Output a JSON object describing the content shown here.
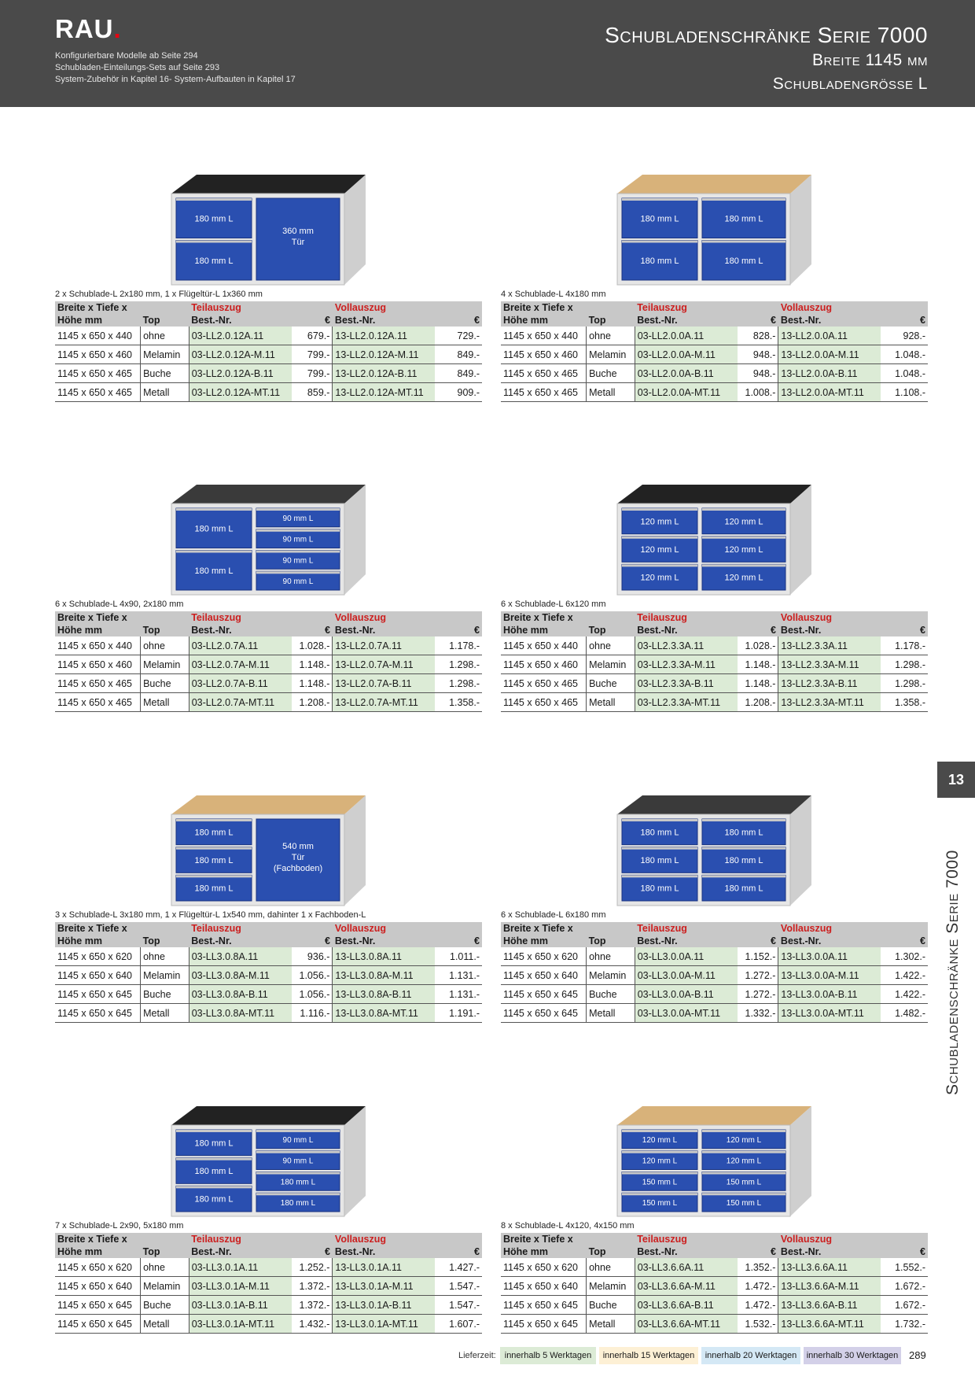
{
  "header": {
    "logo": "RAU",
    "logo_dot": ".",
    "info_lines": [
      "Konfigurierbare Modelle ab Seite 294",
      "Schubladen-Einteilungs-Sets auf Seite 293",
      "System-Zubehör in Kapitel 16- System-Aufbauten in Kapitel 17"
    ],
    "title": "Schubladenschränke Serie 7000",
    "subtitle1": "Breite 1145 mm",
    "subtitle2": "Schubladengrösse L"
  },
  "table_headers": {
    "col1_line1": "Breite x Tiefe x",
    "col1_line2": "Höhe mm",
    "top": "Top",
    "teil": "Teilauszug",
    "voll": "Vollauszug",
    "best": "Best.-Nr.",
    "eur": "€"
  },
  "products": [
    {
      "caption": "2 x Schublade-L 2x180 mm, 1 x Flügeltür-L 1x360 mm",
      "worktop": "black",
      "left_fronts": [
        "180 mm L",
        "180 mm L"
      ],
      "right_fronts": [],
      "door": [
        "360 mm",
        "Tür"
      ],
      "rows": [
        {
          "dim": "1145 x 650 x 440",
          "top": "ohne",
          "t_nr": "03-LL2.0.12A.11",
          "t_p": "679.-",
          "v_nr": "13-LL2.0.12A.11",
          "v_p": "729.-"
        },
        {
          "dim": "1145 x 650 x 460",
          "top": "Melamin",
          "t_nr": "03-LL2.0.12A-M.11",
          "t_p": "799.-",
          "v_nr": "13-LL2.0.12A-M.11",
          "v_p": "849.-"
        },
        {
          "dim": "1145 x 650 x 465",
          "top": "Buche",
          "t_nr": "03-LL2.0.12A-B.11",
          "t_p": "799.-",
          "v_nr": "13-LL2.0.12A-B.11",
          "v_p": "849.-"
        },
        {
          "dim": "1145 x 650 x 465",
          "top": "Metall",
          "t_nr": "03-LL2.0.12A-MT.11",
          "t_p": "859.-",
          "v_nr": "13-LL2.0.12A-MT.11",
          "v_p": "909.-"
        }
      ]
    },
    {
      "caption": "4 x Schublade-L 4x180 mm",
      "worktop": "wood",
      "left_fronts": [
        "180 mm L",
        "180 mm L"
      ],
      "right_fronts": [
        "180 mm L",
        "180 mm L"
      ],
      "door": [],
      "rows": [
        {
          "dim": "1145 x 650 x 440",
          "top": "ohne",
          "t_nr": "03-LL2.0.0A.11",
          "t_p": "828.-",
          "v_nr": "13-LL2.0.0A.11",
          "v_p": "928.-"
        },
        {
          "dim": "1145 x 650 x 460",
          "top": "Melamin",
          "t_nr": "03-LL2.0.0A-M.11",
          "t_p": "948.-",
          "v_nr": "13-LL2.0.0A-M.11",
          "v_p": "1.048.-"
        },
        {
          "dim": "1145 x 650 x 465",
          "top": "Buche",
          "t_nr": "03-LL2.0.0A-B.11",
          "t_p": "948.-",
          "v_nr": "13-LL2.0.0A-B.11",
          "v_p": "1.048.-"
        },
        {
          "dim": "1145 x 650 x 465",
          "top": "Metall",
          "t_nr": "03-LL2.0.0A-MT.11",
          "t_p": "1.008.-",
          "v_nr": "13-LL2.0.0A-MT.11",
          "v_p": "1.108.-"
        }
      ]
    },
    {
      "caption": "6 x Schublade-L 4x90, 2x180 mm",
      "worktop": "metal",
      "left_fronts": [
        "180 mm L",
        "180 mm L"
      ],
      "right_fronts": [
        "90 mm L",
        "90 mm L",
        "90 mm L",
        "90 mm L"
      ],
      "door": [],
      "rows": [
        {
          "dim": "1145 x 650 x 440",
          "top": "ohne",
          "t_nr": "03-LL2.0.7A.11",
          "t_p": "1.028.-",
          "v_nr": "13-LL2.0.7A.11",
          "v_p": "1.178.-"
        },
        {
          "dim": "1145 x 650 x 460",
          "top": "Melamin",
          "t_nr": "03-LL2.0.7A-M.11",
          "t_p": "1.148.-",
          "v_nr": "13-LL2.0.7A-M.11",
          "v_p": "1.298.-"
        },
        {
          "dim": "1145 x 650 x 465",
          "top": "Buche",
          "t_nr": "03-LL2.0.7A-B.11",
          "t_p": "1.148.-",
          "v_nr": "13-LL2.0.7A-B.11",
          "v_p": "1.298.-"
        },
        {
          "dim": "1145 x 650 x 465",
          "top": "Metall",
          "t_nr": "03-LL2.0.7A-MT.11",
          "t_p": "1.208.-",
          "v_nr": "13-LL2.0.7A-MT.11",
          "v_p": "1.358.-"
        }
      ]
    },
    {
      "caption": "6 x Schublade-L 6x120 mm",
      "worktop": "black",
      "left_fronts": [
        "120 mm L",
        "120 mm L",
        "120 mm L"
      ],
      "right_fronts": [
        "120 mm L",
        "120 mm L",
        "120 mm L"
      ],
      "door": [],
      "rows": [
        {
          "dim": "1145 x 650 x 440",
          "top": "ohne",
          "t_nr": "03-LL2.3.3A.11",
          "t_p": "1.028.-",
          "v_nr": "13-LL2.3.3A.11",
          "v_p": "1.178.-"
        },
        {
          "dim": "1145 x 650 x 460",
          "top": "Melamin",
          "t_nr": "03-LL2.3.3A-M.11",
          "t_p": "1.148.-",
          "v_nr": "13-LL2.3.3A-M.11",
          "v_p": "1.298.-"
        },
        {
          "dim": "1145 x 650 x 465",
          "top": "Buche",
          "t_nr": "03-LL2.3.3A-B.11",
          "t_p": "1.148.-",
          "v_nr": "13-LL2.3.3A-B.11",
          "v_p": "1.298.-"
        },
        {
          "dim": "1145 x 650 x 465",
          "top": "Metall",
          "t_nr": "03-LL2.3.3A-MT.11",
          "t_p": "1.208.-",
          "v_nr": "13-LL2.3.3A-MT.11",
          "v_p": "1.358.-"
        }
      ]
    },
    {
      "caption": "3 x Schublade-L 3x180 mm, 1 x Flügeltür-L 1x540 mm, dahinter 1 x Fachboden-L",
      "worktop": "wood",
      "left_fronts": [
        "180 mm L",
        "180 mm L",
        "180 mm L"
      ],
      "right_fronts": [],
      "door": [
        "540 mm",
        "Tür",
        "(Fachboden)"
      ],
      "rows": [
        {
          "dim": "1145 x 650 x 620",
          "top": "ohne",
          "t_nr": "03-LL3.0.8A.11",
          "t_p": "936.-",
          "v_nr": "13-LL3.0.8A.11",
          "v_p": "1.011.-"
        },
        {
          "dim": "1145 x 650 x 640",
          "top": "Melamin",
          "t_nr": "03-LL3.0.8A-M.11",
          "t_p": "1.056.-",
          "v_nr": "13-LL3.0.8A-M.11",
          "v_p": "1.131.-"
        },
        {
          "dim": "1145 x 650 x 645",
          "top": "Buche",
          "t_nr": "03-LL3.0.8A-B.11",
          "t_p": "1.056.-",
          "v_nr": "13-LL3.0.8A-B.11",
          "v_p": "1.131.-"
        },
        {
          "dim": "1145 x 650 x 645",
          "top": "Metall",
          "t_nr": "03-LL3.0.8A-MT.11",
          "t_p": "1.116.-",
          "v_nr": "13-LL3.0.8A-MT.11",
          "v_p": "1.191.-"
        }
      ]
    },
    {
      "caption": "6 x Schublade-L 6x180 mm",
      "worktop": "metal",
      "left_fronts": [
        "180 mm L",
        "180 mm L",
        "180 mm L"
      ],
      "right_fronts": [
        "180 mm L",
        "180 mm L",
        "180 mm L"
      ],
      "door": [],
      "rows": [
        {
          "dim": "1145 x 650 x 620",
          "top": "ohne",
          "t_nr": "03-LL3.0.0A.11",
          "t_p": "1.152.-",
          "v_nr": "13-LL3.0.0A.11",
          "v_p": "1.302.-"
        },
        {
          "dim": "1145 x 650 x 640",
          "top": "Melamin",
          "t_nr": "03-LL3.0.0A-M.11",
          "t_p": "1.272.-",
          "v_nr": "13-LL3.0.0A-M.11",
          "v_p": "1.422.-"
        },
        {
          "dim": "1145 x 650 x 645",
          "top": "Buche",
          "t_nr": "03-LL3.0.0A-B.11",
          "t_p": "1.272.-",
          "v_nr": "13-LL3.0.0A-B.11",
          "v_p": "1.422.-"
        },
        {
          "dim": "1145 x 650 x 645",
          "top": "Metall",
          "t_nr": "03-LL3.0.0A-MT.11",
          "t_p": "1.332.-",
          "v_nr": "13-LL3.0.0A-MT.11",
          "v_p": "1.482.-"
        }
      ]
    },
    {
      "caption": "7 x Schublade-L 2x90, 5x180 mm",
      "worktop": "black",
      "left_fronts": [
        "180 mm L",
        "180 mm L",
        "180 mm L"
      ],
      "right_fronts": [
        "90 mm L",
        "90 mm L",
        "180 mm L",
        "180 mm L"
      ],
      "door": [],
      "rows": [
        {
          "dim": "1145 x 650 x 620",
          "top": "ohne",
          "t_nr": "03-LL3.0.1A.11",
          "t_p": "1.252.-",
          "v_nr": "13-LL3.0.1A.11",
          "v_p": "1.427.-"
        },
        {
          "dim": "1145 x 650 x 640",
          "top": "Melamin",
          "t_nr": "03-LL3.0.1A-M.11",
          "t_p": "1.372.-",
          "v_nr": "13-LL3.0.1A-M.11",
          "v_p": "1.547.-"
        },
        {
          "dim": "1145 x 650 x 645",
          "top": "Buche",
          "t_nr": "03-LL3.0.1A-B.11",
          "t_p": "1.372.-",
          "v_nr": "13-LL3.0.1A-B.11",
          "v_p": "1.547.-"
        },
        {
          "dim": "1145 x 650 x 645",
          "top": "Metall",
          "t_nr": "03-LL3.0.1A-MT.11",
          "t_p": "1.432.-",
          "v_nr": "13-LL3.0.1A-MT.11",
          "v_p": "1.607.-"
        }
      ]
    },
    {
      "caption": "8 x Schublade-L 4x120, 4x150 mm",
      "worktop": "wood",
      "left_fronts": [
        "120 mm L",
        "120 mm L",
        "150 mm L",
        "150 mm L"
      ],
      "right_fronts": [
        "120 mm L",
        "120 mm L",
        "150 mm L",
        "150 mm L"
      ],
      "door": [],
      "rows": [
        {
          "dim": "1145 x 650 x 620",
          "top": "ohne",
          "t_nr": "03-LL3.6.6A.11",
          "t_p": "1.352.-",
          "v_nr": "13-LL3.6.6A.11",
          "v_p": "1.552.-"
        },
        {
          "dim": "1145 x 650 x 640",
          "top": "Melamin",
          "t_nr": "03-LL3.6.6A-M.11",
          "t_p": "1.472.-",
          "v_nr": "13-LL3.6.6A-M.11",
          "v_p": "1.672.-"
        },
        {
          "dim": "1145 x 650 x 645",
          "top": "Buche",
          "t_nr": "03-LL3.6.6A-B.11",
          "t_p": "1.472.-",
          "v_nr": "13-LL3.6.6A-B.11",
          "v_p": "1.672.-"
        },
        {
          "dim": "1145 x 650 x 645",
          "top": "Metall",
          "t_nr": "03-LL3.6.6A-MT.11",
          "t_p": "1.532.-",
          "v_nr": "13-LL3.6.6A-MT.11",
          "v_p": "1.732.-"
        }
      ]
    }
  ],
  "side": {
    "tab_number": "13",
    "vertical_title": "Schubladenschränke Serie 7000"
  },
  "footer": {
    "label": "Lieferzeit:",
    "legend": [
      "innerhalb 5 Werktagen",
      "innerhalb 15 Werktagen",
      "innerhalb 20 Werktagen",
      "innerhalb 30 Werktagen"
    ],
    "page_number": "289"
  },
  "colors": {
    "header_bg": "#4a4a4a",
    "drawer_blue": "#2a4fb0",
    "green": "#dcebd6",
    "orange": "#fdf0d5",
    "blue": "#d4e8f5",
    "purple": "#d3d0e8",
    "accent_red": "#cc1f1f"
  }
}
